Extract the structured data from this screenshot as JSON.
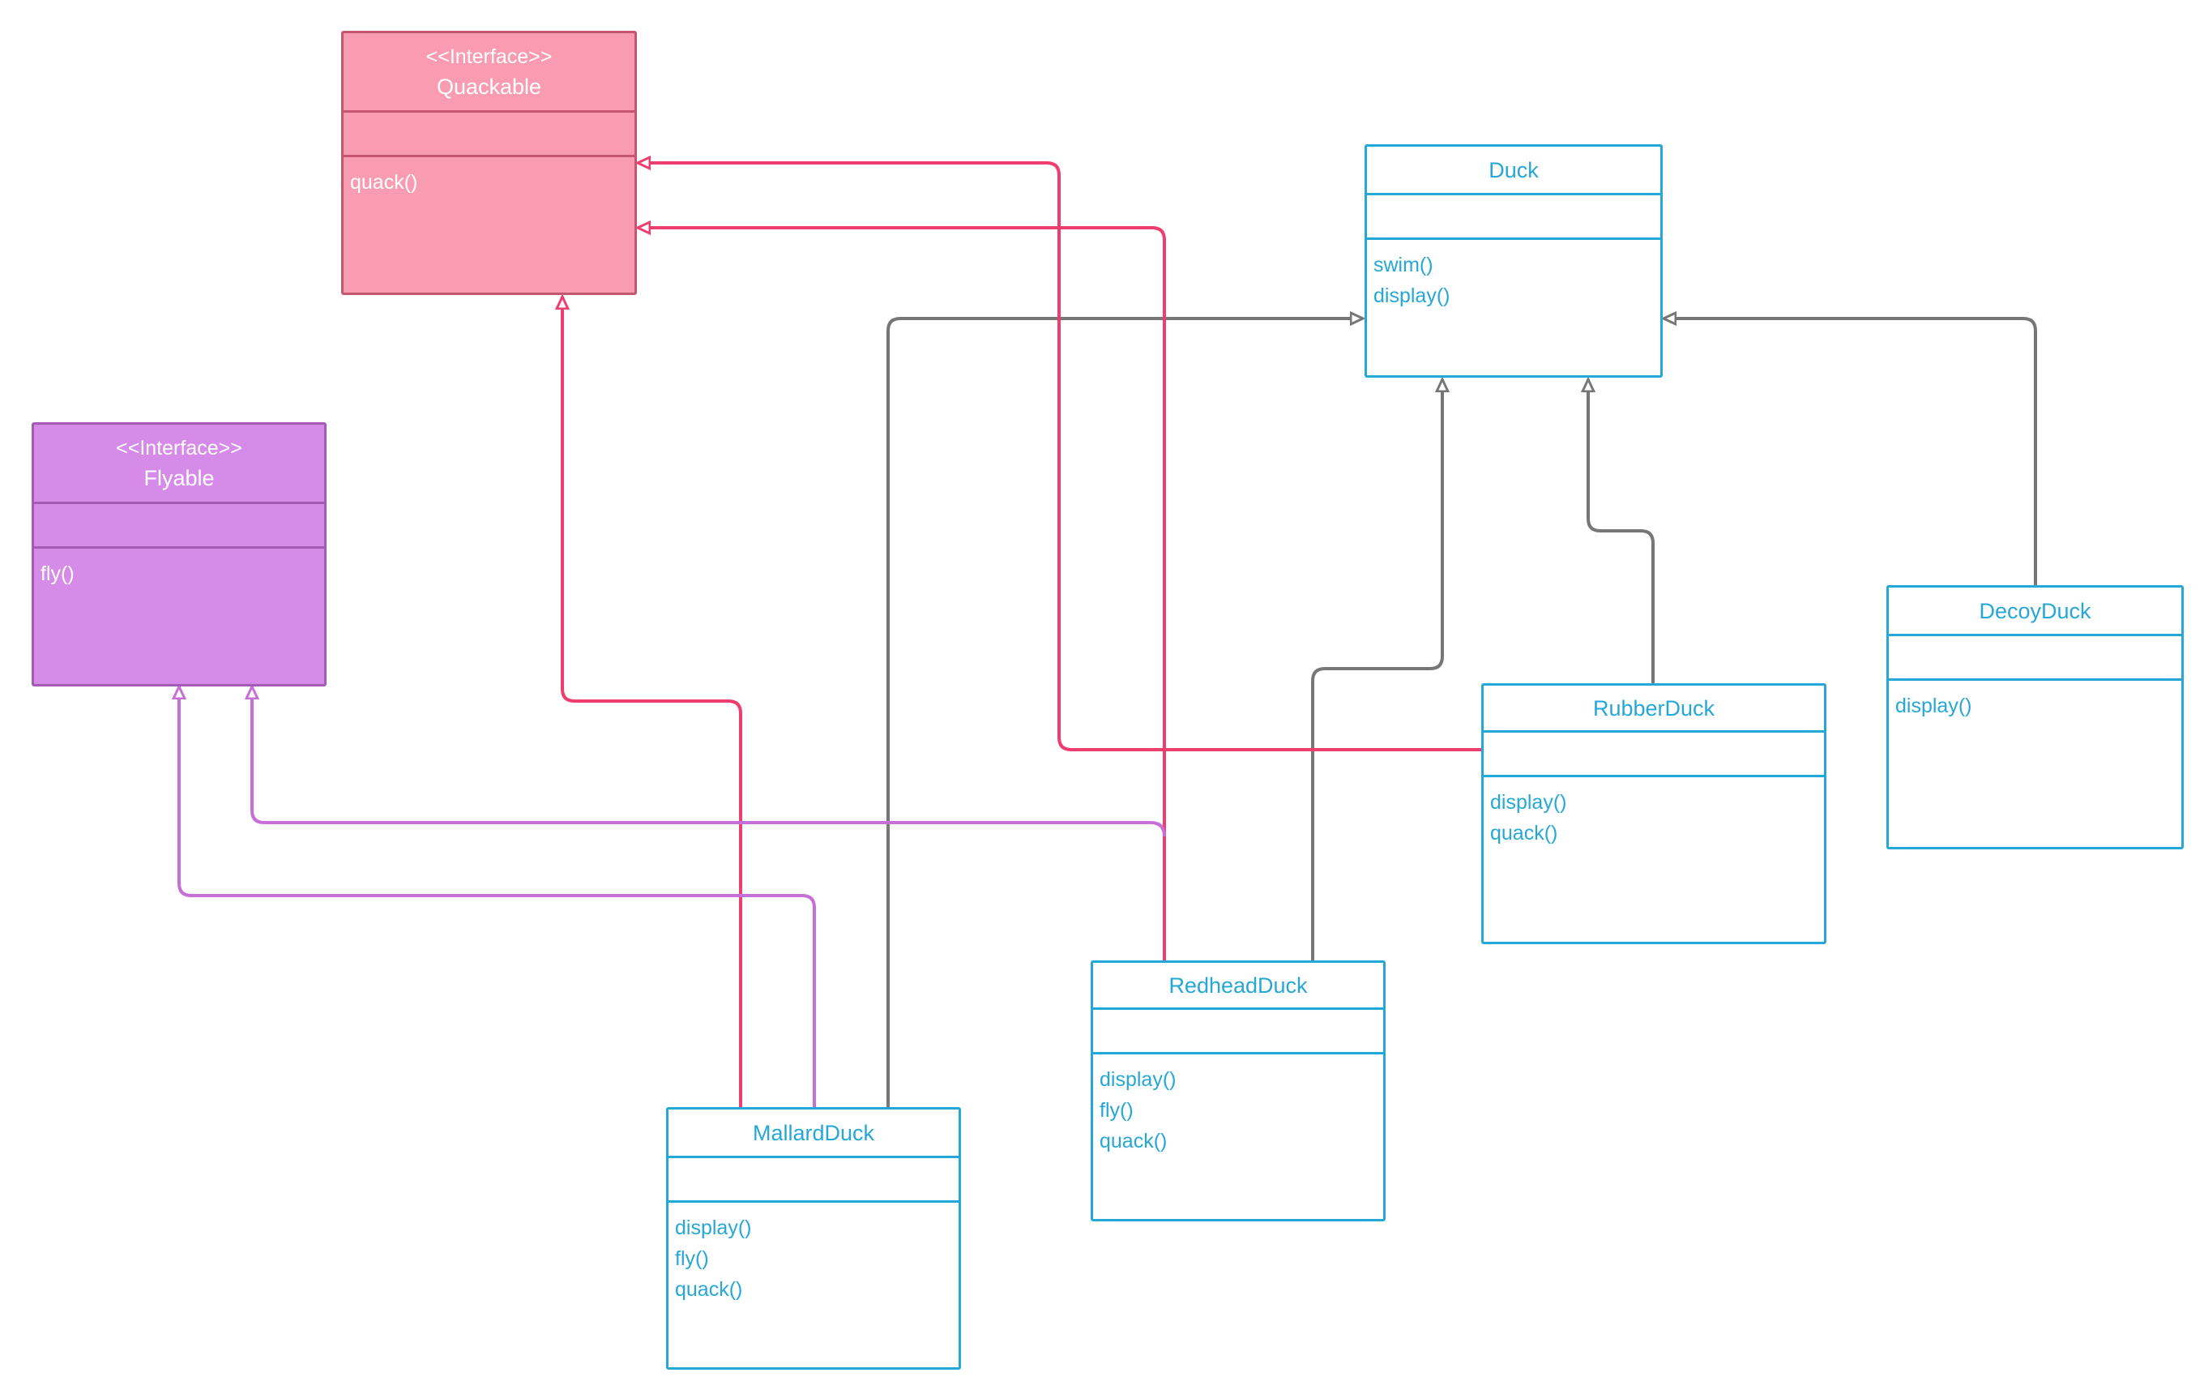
{
  "colors": {
    "class_border": "#25a7d7",
    "quackable_fill": "#f99cb1",
    "quackable_border": "#c4566f",
    "flyable_fill": "#d78be8",
    "flyable_border": "#a55ab5",
    "inheritance_edge": "#777777",
    "quackable_edge": "#ee3d6f",
    "flyable_edge": "#c76fd6"
  },
  "classes": {
    "quackable": {
      "stereotype": "<<Interface>>",
      "name": "Quackable",
      "ops": [
        "quack()"
      ]
    },
    "flyable": {
      "stereotype": "<<Interface>>",
      "name": "Flyable",
      "ops": [
        "fly()"
      ]
    },
    "duck": {
      "name": "Duck",
      "ops": [
        "swim()",
        "display()"
      ]
    },
    "decoy": {
      "name": "DecoyDuck",
      "ops": [
        "display()"
      ]
    },
    "rubber": {
      "name": "RubberDuck",
      "ops": [
        "display()",
        "quack()"
      ]
    },
    "redhead": {
      "name": "RedheadDuck",
      "ops": [
        "display()",
        "fly()",
        "quack()"
      ]
    },
    "mallard": {
      "name": "MallardDuck",
      "ops": [
        "display()",
        "fly()",
        "quack()"
      ]
    }
  },
  "relationships": [
    {
      "from": "MallardDuck",
      "to": "Duck",
      "kind": "generalization"
    },
    {
      "from": "RedheadDuck",
      "to": "Duck",
      "kind": "generalization"
    },
    {
      "from": "RubberDuck",
      "to": "Duck",
      "kind": "generalization"
    },
    {
      "from": "DecoyDuck",
      "to": "Duck",
      "kind": "generalization"
    },
    {
      "from": "MallardDuck",
      "to": "Quackable",
      "kind": "realization"
    },
    {
      "from": "RedheadDuck",
      "to": "Quackable",
      "kind": "realization"
    },
    {
      "from": "RubberDuck",
      "to": "Quackable",
      "kind": "realization"
    },
    {
      "from": "MallardDuck",
      "to": "Flyable",
      "kind": "realization"
    },
    {
      "from": "RedheadDuck",
      "to": "Flyable",
      "kind": "realization"
    }
  ]
}
